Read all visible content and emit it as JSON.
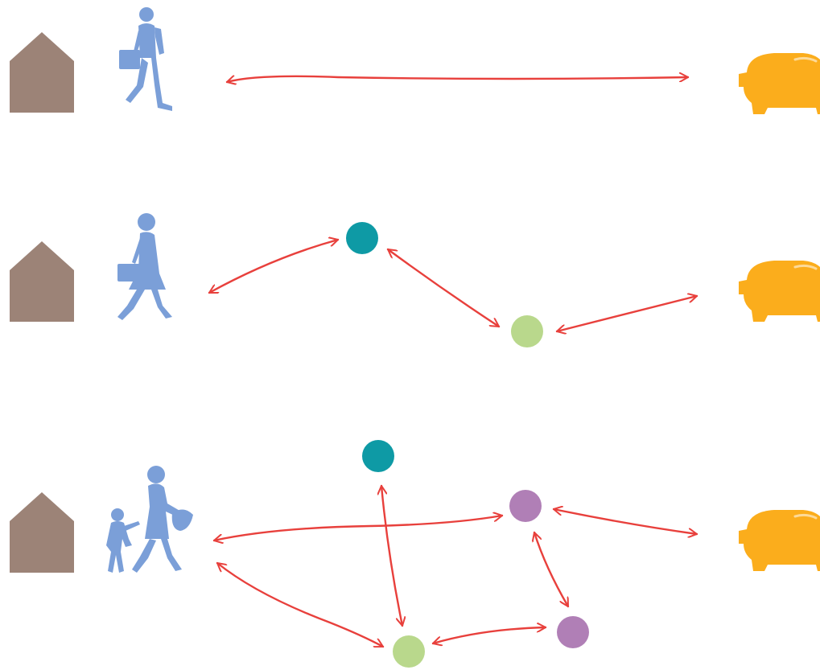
{
  "colors": {
    "house": "#9c8377",
    "person": "#7b9fd8",
    "piggy_bank": "#fbad1c",
    "arrow": "#e8403c",
    "node_teal": "#0e9aa5",
    "node_green": "#b9d88c",
    "node_purple": "#b07fb6"
  },
  "icons": {
    "home": "house-icon",
    "commuter_man": "walking-man-with-briefcase-icon",
    "commuter_woman": "walking-woman-with-briefcase-icon",
    "parent_child": "woman-with-basket-and-child-icon",
    "savings": "piggy-bank-icon"
  },
  "rows": [
    {
      "id": "row-1",
      "person_icon": "commuter_man",
      "stops": [],
      "links": [
        [
          "person",
          "savings"
        ]
      ]
    },
    {
      "id": "row-2",
      "person_icon": "commuter_woman",
      "stops": [
        {
          "id": "stop-a",
          "color": "node_teal"
        },
        {
          "id": "stop-b",
          "color": "node_green"
        }
      ],
      "links": [
        [
          "person",
          "stop-a"
        ],
        [
          "stop-a",
          "stop-b"
        ],
        [
          "stop-b",
          "savings"
        ]
      ]
    },
    {
      "id": "row-3",
      "person_icon": "parent_child",
      "stops": [
        {
          "id": "stop-a",
          "color": "node_teal"
        },
        {
          "id": "stop-b",
          "color": "node_purple"
        },
        {
          "id": "stop-c",
          "color": "node_purple"
        },
        {
          "id": "stop-d",
          "color": "node_green"
        }
      ],
      "links": [
        [
          "person",
          "stop-b"
        ],
        [
          "stop-b",
          "savings"
        ],
        [
          "person",
          "stop-d"
        ],
        [
          "stop-a",
          "stop-d"
        ],
        [
          "stop-b",
          "stop-c"
        ],
        [
          "stop-d",
          "stop-c"
        ]
      ]
    }
  ]
}
